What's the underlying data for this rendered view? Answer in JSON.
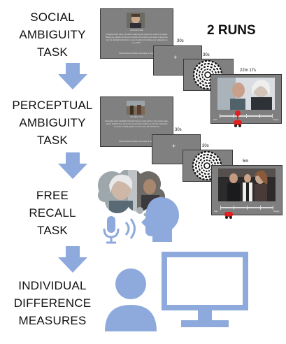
{
  "labels": {
    "social": [
      "SOCIAL",
      "AMBIGUITY",
      "TASK"
    ],
    "perceptual": [
      "PERCEPTUAL",
      "AMBIGUITY",
      "TASK"
    ],
    "recall": [
      "FREE",
      "RECALL",
      "TASK"
    ],
    "individual": [
      "INDIVIDUAL",
      "DIFFERENCE",
      "MEASURES"
    ]
  },
  "runs_label": "2 RUNS",
  "social_block": {
    "durations": [
      "30s",
      "30s",
      "22m 17s"
    ],
    "fixation": "+",
    "instruction_caption": "Movement Task",
    "instruction_text": "Throughout this video, you will be watching the scenes for a task to complete. Please pay attention to how the characters are feeling and what is happening. Use the trackball and button to move the dial and indicate your judgement as you watch.",
    "instruction_footer": "Press the thumb button once ready to begin.",
    "scale_left": "Sad",
    "scale_right": "Happy"
  },
  "perceptual_block": {
    "durations": [
      "30s",
      "30s",
      "5m"
    ],
    "fixation": "+",
    "instruction_caption": "This Movie Task",
    "instruction_text": "During the same trackball and knobs that you used earlier in the previous task, please indicate how moment to moment how credible you find the characters on screen, a tilted graphic on the screen will indicate this.",
    "instruction_footer": "Press the thumb button once ready to begin.",
    "scale_left": "Sad",
    "scale_right": "Happy"
  },
  "colors": {
    "accent": "#8ea9db",
    "screen": "#808080",
    "marker": "#e02020",
    "text": "#111111"
  },
  "icons": [
    "down-arrow-icon",
    "thought-cloud-icon",
    "head-speaking-icon",
    "microphone-icon",
    "sound-waves-icon",
    "person-icon",
    "monitor-icon",
    "trackball-icon",
    "hypnotic-spiral-icon"
  ]
}
